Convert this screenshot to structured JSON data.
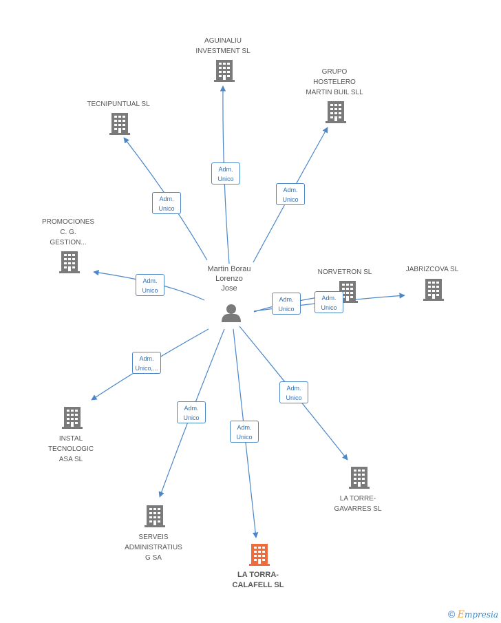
{
  "colors": {
    "edge": "#4a86c8",
    "building": "#7a7a7a",
    "building_highlight": "#f06a3c",
    "person": "#7a7a7a"
  },
  "center": {
    "name": "Martin Borau\nLorenzo\nJose",
    "icon": "person-icon"
  },
  "nodes": [
    {
      "id": "aguinaliu",
      "name": "AGUINALIU\nINVESTMENT  SL",
      "icon": "building-icon",
      "role": "Adm.\nUnico"
    },
    {
      "id": "grupo",
      "name": "GRUPO\nHOSTELERO\nMARTIN BUIL SLL",
      "icon": "building-icon",
      "role": "Adm.\nUnico"
    },
    {
      "id": "tecnipuntual",
      "name": "TECNIPUNTUAL SL",
      "icon": "building-icon",
      "role": "Adm.\nUnico"
    },
    {
      "id": "promociones",
      "name": "PROMOCIONES\nC. G.\nGESTION...",
      "icon": "building-icon",
      "role": "Adm.\nUnico"
    },
    {
      "id": "norvetron",
      "name": "NORVETRON SL",
      "icon": "building-icon",
      "role": "Adm.\nUnico"
    },
    {
      "id": "jabrizcova",
      "name": "JABRIZCOVA SL",
      "icon": "building-icon",
      "role": "Adm.\nUnico"
    },
    {
      "id": "instal",
      "name": "INSTAL\nTECNOLOGIC\nASA SL",
      "icon": "building-icon",
      "role": "Adm.\nUnico,..."
    },
    {
      "id": "serveis",
      "name": "SERVEIS\nADMINISTRATIUS\nG SA",
      "icon": "building-icon",
      "role": "Adm.\nUnico"
    },
    {
      "id": "latorra",
      "name": "LA TORRA-\nCALAFELL SL",
      "icon": "building-icon",
      "role": "Adm.\nUnico",
      "highlight": true
    },
    {
      "id": "latorregavarres",
      "name": "LA TORRE-\nGAVARRES SL",
      "icon": "building-icon",
      "role": "Adm.\nUnico"
    }
  ],
  "footer": {
    "copyright": "©",
    "brand_first": "E",
    "brand_rest": "mpresia"
  }
}
